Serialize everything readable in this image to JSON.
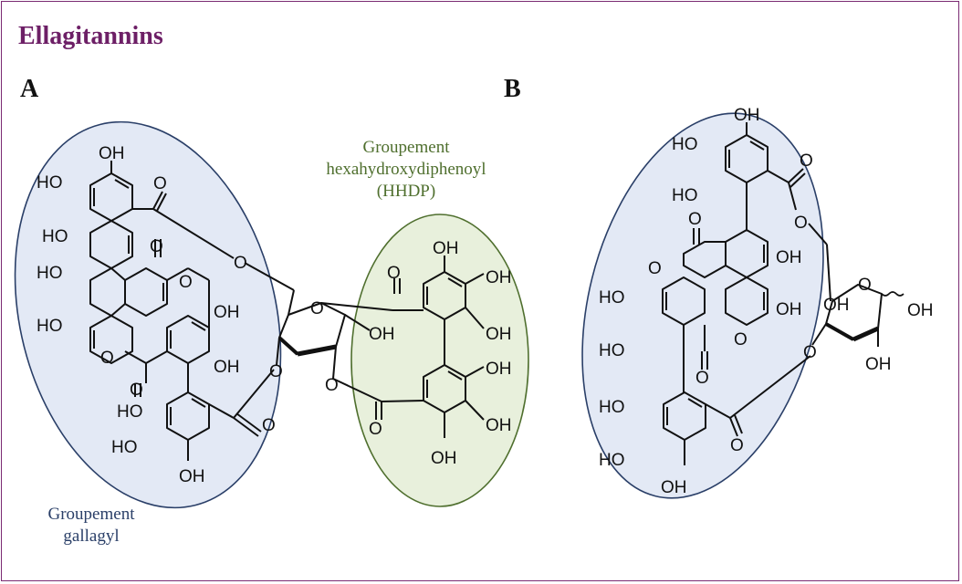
{
  "title": "Ellagitannins",
  "panels": {
    "a": "A",
    "b": "B"
  },
  "captions": {
    "hhdp": [
      "Groupement",
      "hexahydroxydiphenoyl",
      "(HHDP)"
    ],
    "gallagyl": [
      "Groupement",
      "gallagyl"
    ]
  },
  "atoms": {
    "oh": "OH",
    "ho": "HO",
    "o": "O"
  },
  "colors": {
    "frame": "#7a2a72",
    "title": "#6d1f66",
    "gallagyl_fill": "#e3e9f5",
    "gallagyl_stroke": "#2a3f68",
    "hhdp_fill": "#e8f0dc",
    "hhdp_stroke": "#4f6f2e"
  }
}
